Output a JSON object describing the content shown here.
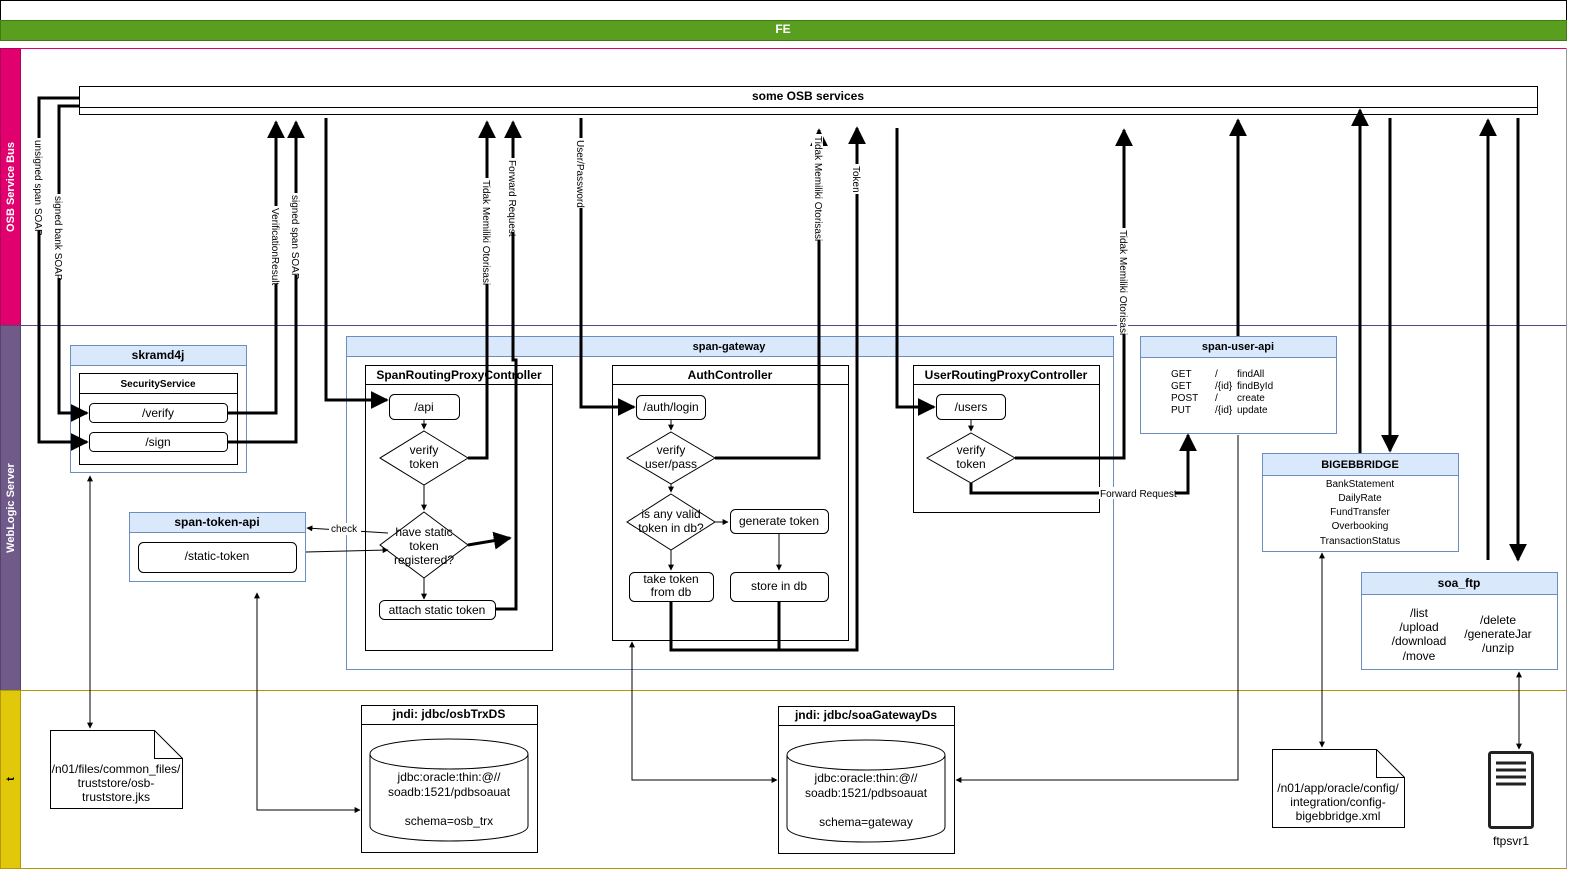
{
  "lanes": {
    "fe": "FE",
    "osb": "OSB Service Bus",
    "weblogic": "WebLogic Server",
    "bottom": "t"
  },
  "osb_services": "some OSB services",
  "skramd4j": {
    "title": "skramd4j",
    "service": "SecurityService",
    "verify": "/verify",
    "sign": "/sign"
  },
  "span_token_api": {
    "title": "span-token-api",
    "static_token": "/static-token"
  },
  "span_gateway": {
    "title": "span-gateway",
    "span_routing": {
      "title": "SpanRoutingProxyController",
      "api": "/api",
      "verify_token": [
        "verify",
        "token"
      ],
      "have_static": [
        "have static",
        "token",
        "registered?"
      ],
      "attach_static": "attach static token"
    },
    "auth": {
      "title": "AuthController",
      "login": "/auth/login",
      "verify_userpass": [
        "verify",
        "user/pass"
      ],
      "any_valid": [
        "is any valid",
        "token in db?"
      ],
      "generate": "generate token",
      "take_token": [
        "take token",
        "from db"
      ],
      "store": "store in db"
    },
    "user_routing": {
      "title": "UserRoutingProxyController",
      "users": "/users",
      "verify_token": [
        "verify",
        "token"
      ]
    }
  },
  "span_user_api": {
    "title": "span-user-api",
    "rows": [
      {
        "method": "GET",
        "path": "/",
        "op": "findAll"
      },
      {
        "method": "GET",
        "path": "/{id}",
        "op": "findById"
      },
      {
        "method": "POST",
        "path": "/",
        "op": "create"
      },
      {
        "method": "PUT",
        "path": "/{id}",
        "op": "update"
      }
    ]
  },
  "bigebbridge": {
    "title": "BIGEBBRIDGE",
    "items": [
      "BankStatement",
      "DailyRate",
      "FundTransfer",
      "Overbooking",
      "TransactionStatus"
    ]
  },
  "soa_ftp": {
    "title": "soa_ftp",
    "left": [
      "/list",
      "/upload",
      "/download",
      "/move"
    ],
    "right": [
      "/delete",
      "/generateJar",
      "/unzip"
    ]
  },
  "ds_osb": {
    "title": "jndi: jdbc/osbTrxDS",
    "lines": [
      "jdbc:oracle:thin:@//",
      "soadb:1521/pdbsoauat",
      "",
      "schema=osb_trx"
    ]
  },
  "ds_gateway": {
    "title": "jndi: jdbc/soaGatewayDs",
    "lines": [
      "jdbc:oracle:thin:@//",
      "soadb:1521/pdbsoauat",
      "",
      "schema=gateway"
    ]
  },
  "files": {
    "truststore": [
      "/n01/files/common_files/",
      "truststore/osb-",
      "truststore.jks"
    ],
    "bigeb_config": [
      "/n01/app/oracle/config/",
      "integration/config-",
      "bigebbridge.xml"
    ]
  },
  "server": "ftpsvr1",
  "edge_labels": {
    "unsigned_span_soap": "unsigned span SOAP",
    "signed_bank_soap": "signed bank SOAP",
    "verification_result": "VerificationResult",
    "signed_span_soap": "signed span SOAP",
    "tidak_1": "Tidak Memiliki Otorisasi",
    "forward_request_1": "Forward Request",
    "user_password": "User/Password",
    "tidak_2": "Tidak Memiliki Otorisasi",
    "token": "Token",
    "tidak_3": "Tidak Memiliki Otorisasi",
    "forward_request_2": "Forward Request",
    "check": "check"
  },
  "colors": {
    "fe_lane": "#5a9e1f",
    "osb_lane": "#e0006e",
    "weblogic_lane": "#6f5a8a",
    "bottom_lane": "#e2c80a",
    "box_header": "#dae8fc",
    "box_border": "#6c8ebf"
  }
}
